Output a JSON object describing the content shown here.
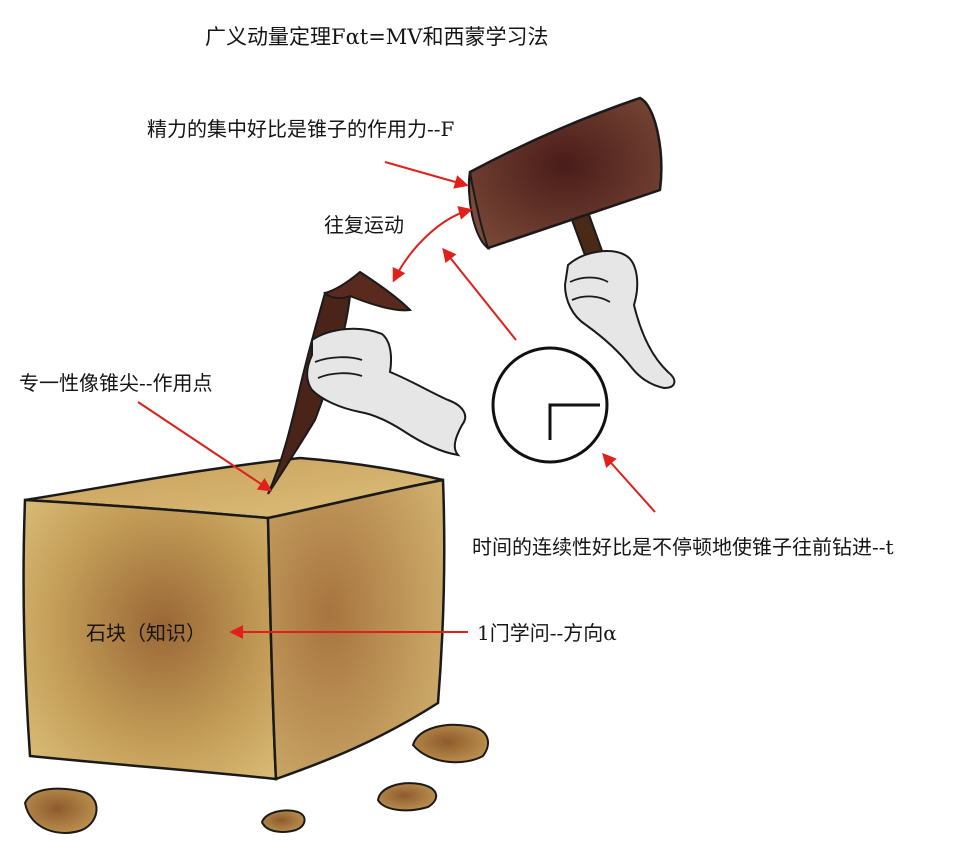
{
  "title": "广义动量定理Fαt=MV和西蒙学习法",
  "labels": {
    "force": "精力的集中好比是锥子的作用力--F",
    "motion": "往复运动",
    "point": "专一性像锥尖--作用点",
    "time": "时间的连续性好比是不停顿地使锥子往前钻进--t",
    "stone": "石块（知识）",
    "direction": "1门学问--方向α"
  },
  "colors": {
    "arrow": "#e0201a",
    "stone_face_light": "#d9b56a",
    "stone_face_dark": "#9c6a3a",
    "hammer_head": "#5a2a26",
    "hammer_handle": "#4a2a16",
    "chisel": "#4a2418",
    "hand_fill": "#e6e6e6",
    "clock_stroke": "#111111"
  },
  "icons": {
    "hammer": "hammer-icon",
    "chisel": "chisel-icon",
    "clock": "clock-icon",
    "stone": "stone-block-icon"
  }
}
